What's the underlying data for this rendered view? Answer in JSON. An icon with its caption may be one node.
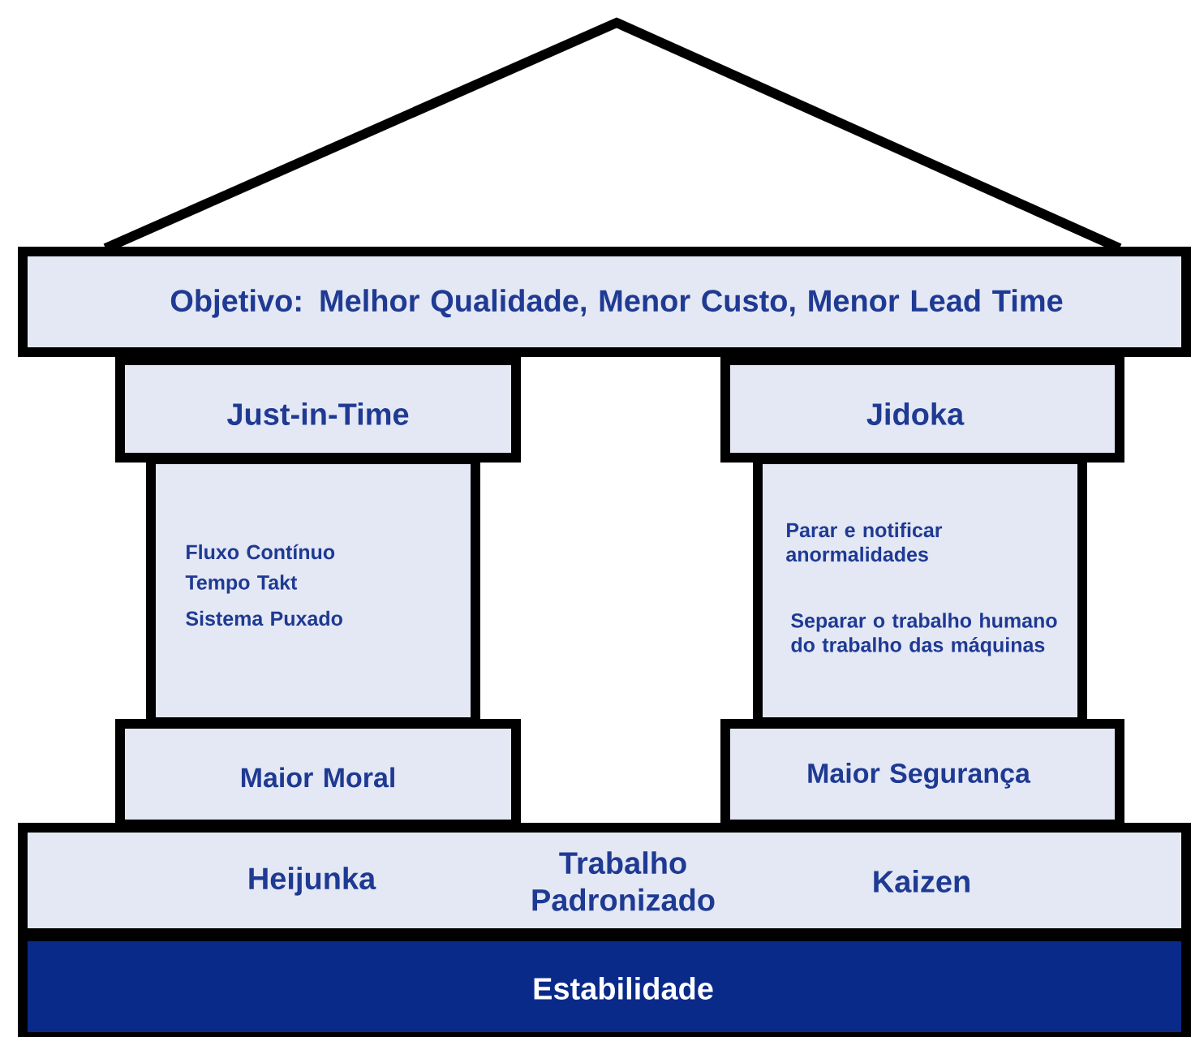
{
  "diagram": {
    "nodes": [
      {
        "text": [
          "Objetivo: Melhor Qualidade, Menor Custo, Menor Lead Time"
        ]
      },
      {
        "text": [
          "Just-in-Time"
        ]
      },
      {
        "text": [
          "Jidoka"
        ]
      },
      {
        "text": [
          "Fluxo Contínuo",
          "Tempo Takt",
          "Sistema Puxado"
        ]
      },
      {
        "text": [
          "Parar e notificar anormalidades",
          "Separar o trabalho humano do trabalho das máquinas"
        ]
      },
      {
        "text": [
          "Maior Moral"
        ]
      },
      {
        "text": [
          "Maior Segurança"
        ]
      },
      {
        "text": [
          "Heijunka",
          "Trabalho Padronizado",
          "Kaizen"
        ]
      },
      {
        "text": [
          "Estabilidade"
        ]
      }
    ]
  }
}
